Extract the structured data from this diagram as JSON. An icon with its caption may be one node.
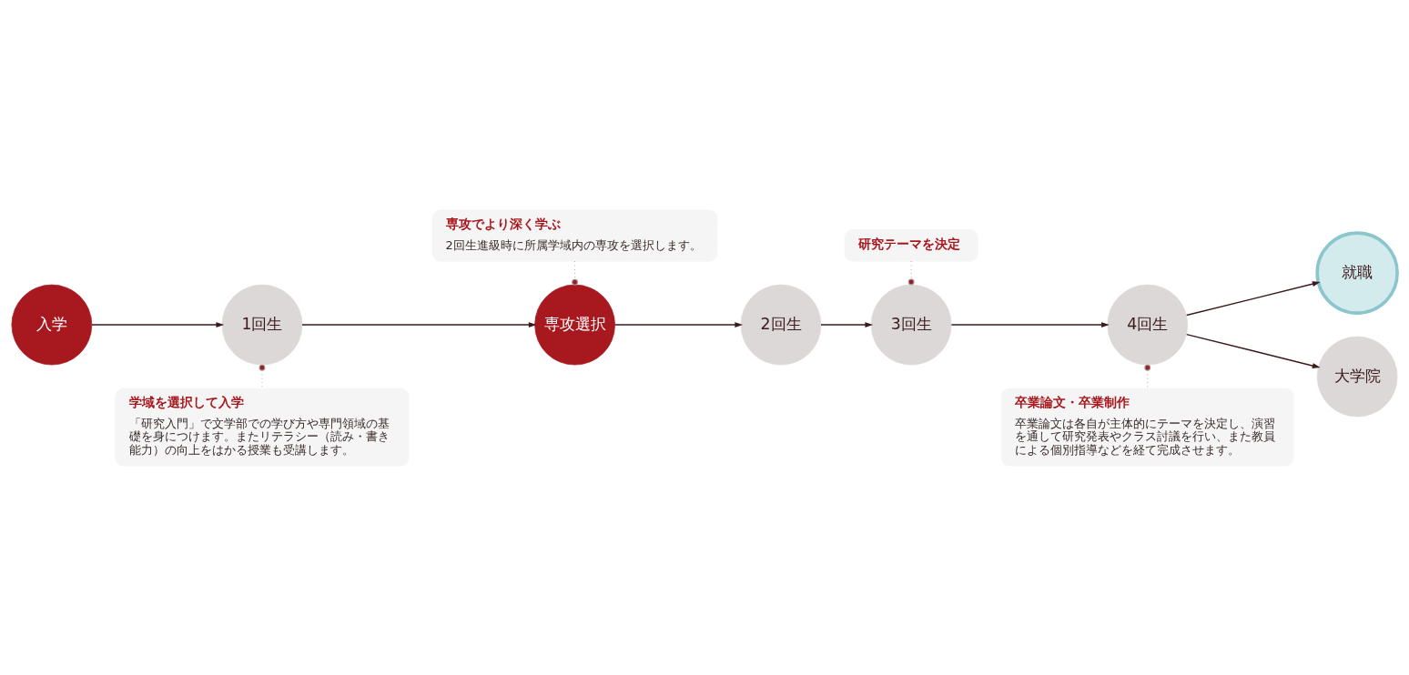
{
  "diagram": {
    "nodes": [
      {
        "text": [
          "入学"
        ]
      },
      {
        "text": [
          "1回生"
        ]
      },
      {
        "text": [
          "専攻選択"
        ]
      },
      {
        "text": [
          "2回生"
        ]
      },
      {
        "text": [
          "3回生"
        ]
      },
      {
        "text": [
          "4回生"
        ]
      },
      {
        "text": [
          "就職"
        ]
      },
      {
        "text": [
          "大学院"
        ]
      },
      {
        "text": [
          "専攻でより深く学ぶ",
          "2回生進級時に所属学域内の専攻を選択します。"
        ]
      },
      {
        "text": [
          "研究テーマを決定"
        ]
      },
      {
        "text": [
          "学域を選択して入学",
          "「研究入門」で文学部での学び方や専門領域の基礎を身につけます。またリテラシー（読み・書き能力）の向上をはかる授業も受講します。"
        ]
      },
      {
        "text": [
          "卒業論文・卒業制作",
          "卒業論文は各自が主体的にテーマを決定し、演習を通して研究発表やクラス討議を行い、また教員による個別指導などを経て完成させます。"
        ]
      }
    ],
    "edges": [
      {
        "from": 0,
        "to": 1,
        "arrow": "to"
      },
      {
        "from": 1,
        "to": 2,
        "arrow": "to"
      },
      {
        "from": 2,
        "to": 3,
        "arrow": "to"
      },
      {
        "from": 3,
        "to": 4,
        "arrow": "to"
      },
      {
        "from": 4,
        "to": 5,
        "arrow": "to"
      },
      {
        "from": 5,
        "to": 6,
        "arrow": "to"
      },
      {
        "from": 5,
        "to": 7,
        "arrow": "to"
      },
      {
        "from": 8,
        "to": 2,
        "arrow": "other",
        "style": "dashed",
        "color": "#999999"
      },
      {
        "from": 9,
        "to": 4,
        "arrow": "other",
        "style": "dashed",
        "color": "#999999"
      },
      {
        "from": 10,
        "to": 1,
        "arrow": "other",
        "style": "dashed",
        "color": "#999999"
      },
      {
        "from": 11,
        "to": 5,
        "arrow": "other",
        "style": "dashed",
        "color": "#999999"
      }
    ]
  }
}
